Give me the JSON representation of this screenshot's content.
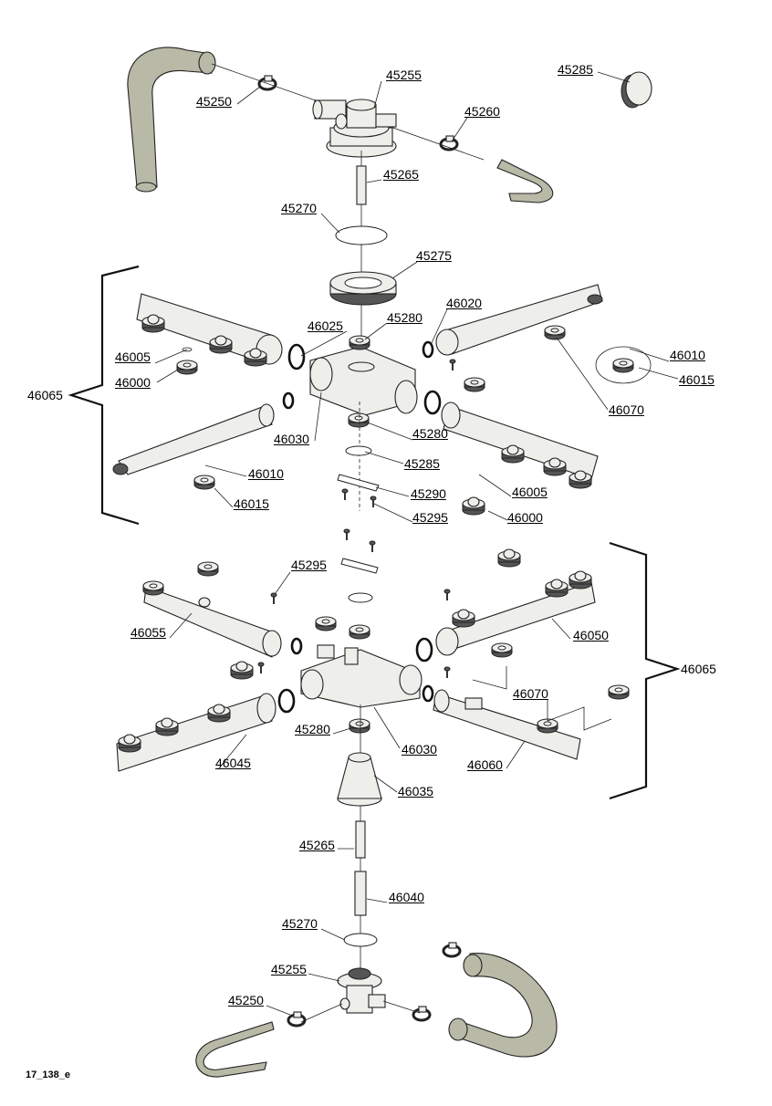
{
  "labels": {
    "l45255a": "45255",
    "l45285a": "45285",
    "l45250a": "45250",
    "l45260": "45260",
    "l45265a": "45265",
    "l45270a": "45270",
    "l45275": "45275",
    "l46020": "46020",
    "l45280a": "45280",
    "l46025": "46025",
    "l46005a": "46005",
    "l46010a": "46010",
    "l46000a": "46000",
    "l46015a": "46015",
    "l46065a": "46065",
    "l46070a": "46070",
    "l46030a": "46030",
    "l45280b": "45280",
    "l45285b": "45285",
    "l46010b": "46010",
    "l45290": "45290",
    "l46005b": "46005",
    "l46015b": "46015",
    "l46000b": "46000",
    "l45295a": "45295",
    "l45295b": "45295",
    "l46055": "46055",
    "l46050": "46050",
    "l46065b": "46065",
    "l46070b": "46070",
    "l45280c": "45280",
    "l46030b": "46030",
    "l46045": "46045",
    "l46060": "46060",
    "l46035": "46035",
    "l45265b": "45265",
    "l46040": "46040",
    "l45270b": "45270",
    "l45255b": "45255",
    "l45250b": "45250"
  },
  "drawing_ref": "17_138_e",
  "colors": {
    "part_fill": "#eeeeeb",
    "hose_fill": "#b9b9a8",
    "line": "#222222"
  }
}
